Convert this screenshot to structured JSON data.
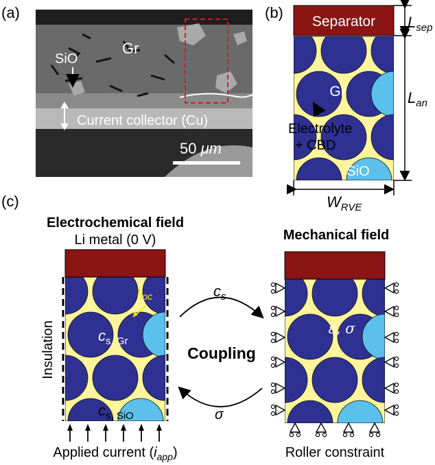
{
  "panel_a": {
    "tag": "(a)",
    "label_gr": "Gr",
    "label_sio": "SiO",
    "label_cc": "Current collector (Cu)",
    "scale_num": "50 ",
    "scale_unit": "μm"
  },
  "panel_b": {
    "tag": "(b)",
    "separator": "Separator",
    "gr": "Gr",
    "sio": "SiO",
    "electrolyte_line1": "Electrolyte",
    "electrolyte_line2": "+ CBD",
    "l_main": "L",
    "l_sep_sub": "sep",
    "l_an_sub": "an",
    "w_main": "W",
    "w_sub": "RVE"
  },
  "panel_c": {
    "tag": "(c)",
    "electrochem_title": "Electrochemical field",
    "li_metal": "Li metal (0 V)",
    "insulation": "Insulation",
    "i_main": "i",
    "i_sub": "loc",
    "cs_main": "c",
    "cs_gr_sub": "s, Gr",
    "cs_sio_sub": "s, SiO",
    "applied_prefix": "Applied current (",
    "applied_i": "i",
    "applied_sub": "app",
    "applied_suffix": ")",
    "coupling": "Coupling",
    "cs_arrow_main": "c",
    "cs_arrow_sub": "s",
    "sigma_arrow": "σ",
    "mech_title": "Mechanical field",
    "eps_sigma": "ε, σ",
    "roller": "Roller constraint"
  },
  "colors": {
    "separator": "#8b1414",
    "graphite": "#2e3192",
    "sio": "#5bc0eb",
    "electrolyte": "#fff59d"
  }
}
